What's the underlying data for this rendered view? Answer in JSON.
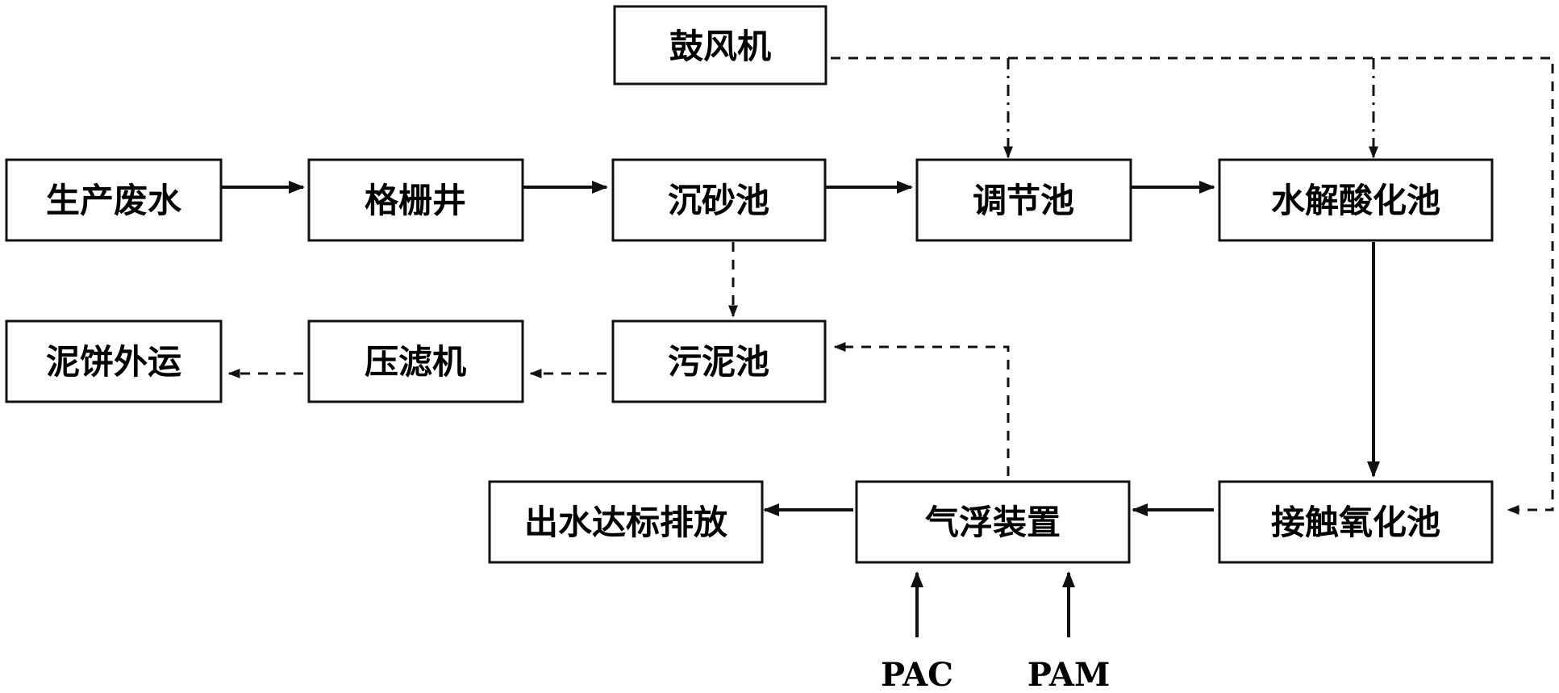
{
  "boxes": {
    "blower": "鼓风机",
    "raw_wastewater": "生产废水",
    "grille_well": "格栅井",
    "grit_chamber": "沉砂池",
    "regulating_tank": "调节池",
    "hydrolysis_tank": "水解酸化池",
    "sludge_cake_out": "泥饼外运",
    "filter_press": "压滤机",
    "sludge_tank": "污泥池",
    "discharge": "出水达标排放",
    "air_flotation": "气浮装置",
    "contact_oxidation": "接触氧化池"
  },
  "inputs": {
    "pac": "PAC",
    "pam": "PAM"
  },
  "colors": {
    "line": "#111111",
    "box_fill": "#ffffff"
  }
}
